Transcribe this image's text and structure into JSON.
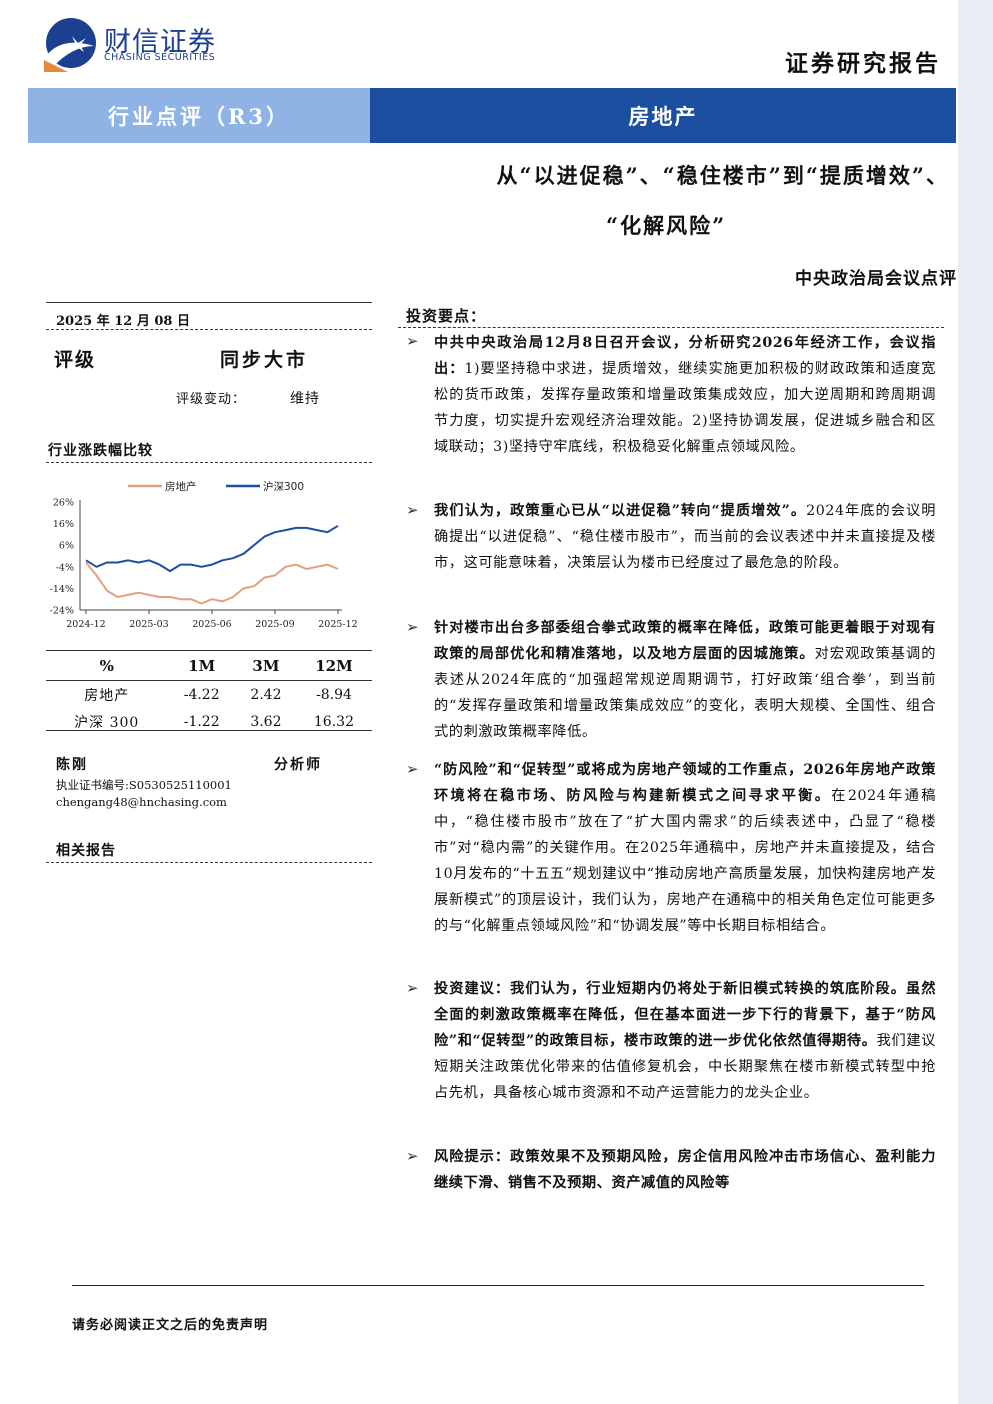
{
  "brand": {
    "name_cn": "财信证券",
    "name_en": "CHASING SECURITIES"
  },
  "report_type": "证券研究报告",
  "band": {
    "left": "行业点评（R3）",
    "right": "房地产"
  },
  "title": {
    "line1": "从“以进促稳”、“稳住楼市”到“提质增效”、",
    "line2": "“化解风险”"
  },
  "subtitle": "中央政治局会议点评",
  "sidebar": {
    "date": "2025 年 12 月 08 日",
    "rating_label": "评级",
    "rating_value": "同步大市",
    "rating_change_label": "评级变动：",
    "rating_change_value": "维持",
    "chart_section_title": "行业涨跌幅比较",
    "table": {
      "headers": [
        "%",
        "1M",
        "3M",
        "12M"
      ],
      "rows": [
        {
          "name": "房地产",
          "values": [
            "-4.22",
            "2.42",
            "-8.94"
          ]
        },
        {
          "name": "沪深 300",
          "values": [
            "-1.22",
            "3.62",
            "16.32"
          ]
        }
      ]
    },
    "analyst": {
      "name": "陈刚",
      "title": "分析师",
      "cert": "执业证书编号:S0530525110001",
      "email": "chengang48@hnchasing.com"
    },
    "related_title": "相关报告"
  },
  "chart_data": {
    "type": "line",
    "title": "",
    "xlabel": "",
    "ylabel": "",
    "ylim": [
      -24,
      26
    ],
    "yticks": [
      "26%",
      "16%",
      "6%",
      "-4%",
      "-14%",
      "-24%"
    ],
    "ytick_values": [
      26,
      16,
      6,
      -4,
      -14,
      -24
    ],
    "xticks": [
      "2024-12",
      "2025-03",
      "2025-06",
      "2025-09",
      "2025-12"
    ],
    "legend": "top",
    "x": [
      0,
      0.5,
      1,
      1.5,
      2,
      2.5,
      3,
      3.5,
      4,
      4.5,
      5,
      5.5,
      6,
      6.5,
      7,
      7.5,
      8,
      8.5,
      9,
      9.5,
      10,
      10.5,
      11,
      11.5,
      12
    ],
    "series": [
      {
        "name": "房地产",
        "color": "#e2a07d",
        "values": [
          -2,
          -8,
          -15,
          -18,
          -17,
          -16,
          -17,
          -18,
          -18,
          -19,
          -19,
          -21,
          -19,
          -20,
          -18,
          -14,
          -13,
          -9,
          -8,
          -4,
          -3,
          -5,
          -4,
          -3,
          -5
        ]
      },
      {
        "name": "沪深300",
        "color": "#1d4fa0",
        "values": [
          -1,
          -4,
          -2,
          -2,
          -1,
          -2,
          -1,
          -3,
          -6,
          -3,
          -3,
          -4,
          -3,
          -1,
          0,
          2,
          6,
          10,
          12,
          13,
          14,
          14,
          13,
          12,
          15
        ]
      }
    ]
  },
  "key_points": {
    "heading": "投资要点：",
    "items": [
      {
        "bold": "中共中央政治局12月8日召开会议，分析研究2026年经济工作，会议指出：",
        "normal": "1)要坚持稳中求进，提质增效，继续实施更加积极的财政政策和适度宽松的货币政策，发挥存量政策和增量政策集成效应，加大逆周期和跨周期调节力度，切实提升宏观经济治理效能。2)坚持协调发展，促进城乡融合和区域联动；3)坚持守牢底线，积极稳妥化解重点领域风险。"
      },
      {
        "bold": "我们认为，政策重心已从“以进促稳”转向“提质增效”。",
        "normal": "2024年底的会议明确提出“以进促稳”、“稳住楼市股市”，而当前的会议表述中并未直接提及楼市，这可能意味着，决策层认为楼市已经度过了最危急的阶段。"
      },
      {
        "bold": "针对楼市出台多部委组合拳式政策的概率在降低，政策可能更着眼于对现有政策的局部优化和精准落地，以及地方层面的因城施策。",
        "normal": "对宏观政策基调的表述从2024年底的“加强超常规逆周期调节，打好政策‘组合拳’，到当前的“发挥存量政策和增量政策集成效应”的变化，表明大规模、全国性、组合式的刺激政策概率降低。"
      },
      {
        "bold": "“防风险”和“促转型”或将成为房地产领域的工作重点，2026年房地产政策环境将在稳市场、防风险与构建新模式之间寻求平衡。",
        "normal": "在2024年通稿中，“稳住楼市股市”放在了“扩大国内需求”的后续表述中，凸显了“稳楼市”对“稳内需”的关键作用。在2025年通稿中，房地产并未直接提及，结合10月发布的“十五五”规划建议中“推动房地产高质量发展，加快构建房地产发展新模式”的顶层设计，我们认为，房地产在通稿中的相关角色定位可能更多的与“化解重点领域风险”和“协调发展”等中长期目标相结合。"
      },
      {
        "bold": "投资建议：我们认为，行业短期内仍将处于新旧模式转换的筑底阶段。虽然全面的刺激政策概率在降低，但在基本面进一步下行的背景下，基于“防风险”和“促转型”的政策目标，楼市政策的进一步优化依然值得期待。",
        "normal": "我们建议短期关注政策优化带来的估值修复机会，中长期聚焦在楼市新模式转型中抢占先机，具备核心城市资源和不动产运营能力的龙头企业。"
      },
      {
        "bold": "风险提示：政策效果不及预期风险，房企信用风险冲击市场信心、盈利能力继续下滑、销售不及预期、资产减值的风险等",
        "normal": ""
      }
    ]
  },
  "footer": "请务必阅读正文之后的免责声明"
}
